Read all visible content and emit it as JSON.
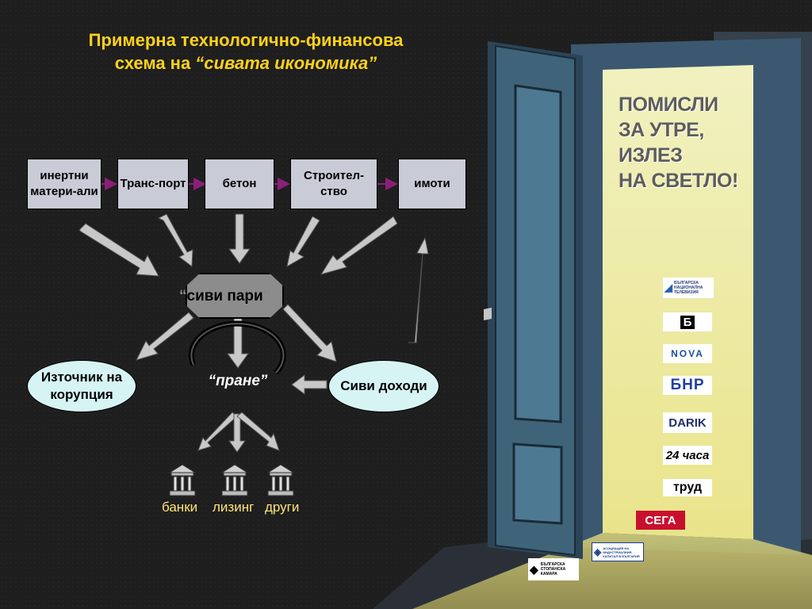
{
  "slide": {
    "title_line1": "Примерна технологично-финансова",
    "title_line2_prefix": "схема на ",
    "title_line2_emph": "“сивата икономика”"
  },
  "diagram": {
    "chain": [
      {
        "id": "inert",
        "label": "инертни матери-али"
      },
      {
        "id": "transport",
        "label": "Транс-порт"
      },
      {
        "id": "beton",
        "label": "бетон"
      },
      {
        "id": "stroitelstvo",
        "label": "Строител-ство"
      },
      {
        "id": "imoti",
        "label": "имоти"
      }
    ],
    "center_label": "сиви пари",
    "center_quote_open": "“",
    "center_quote_close": "”",
    "corruption_label": "Източник на корупция",
    "gray_income_label": "Сиви доходи",
    "laundering_label": "“пране”",
    "destinations": [
      "банки",
      "лизинг",
      "други"
    ]
  },
  "door_message": {
    "line1": "ПОМИСЛИ",
    "line2": "ЗА УТРЕ,",
    "line3": "ИЗЛЕЗ",
    "line4": "НА СВЕТЛО!"
  },
  "logos": {
    "bnt_text": "БЪЛГАРСКА НАЦИОНАЛНА ТЕЛЕВИЗИЯ",
    "btv": "Б",
    "nova": "NOVA",
    "bnr": "БНР",
    "darik": "DARIK",
    "chasa": "24 часа",
    "trud": "труд",
    "sega": "СЕГА",
    "bsk": "БЪЛГАРСКА СТОПАНСКА КАМАРА",
    "association": "АСОЦИАЦИЯ НА ИНДУСТРИАЛНИЯ КАПИТАЛ В БЪЛГАРИЯ"
  },
  "colors": {
    "title": "#ffd21a",
    "box_fill": "#c9ccd6",
    "ellipse_fill": "#d7f4f4",
    "arrow_fill": "#c8c8c8",
    "chain_arrow": "#8a1f7a",
    "door_frame": "#3c5870",
    "light": "#f3efa0"
  }
}
